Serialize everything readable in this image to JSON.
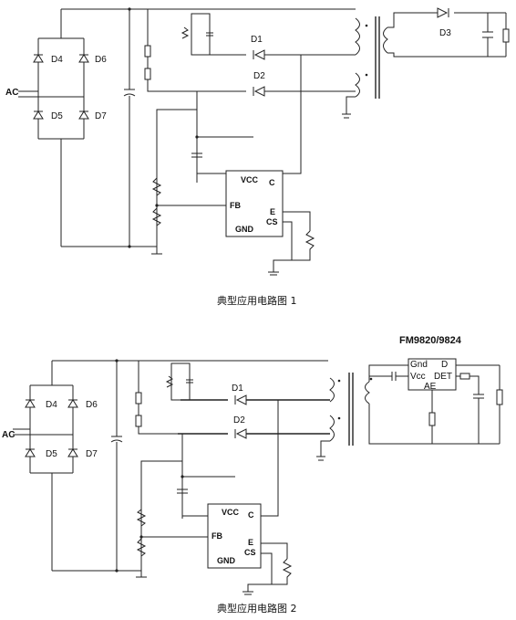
{
  "diagram1": {
    "caption": "典型应用电路图 1",
    "ac_label": "AC",
    "diodes": {
      "d4": "D4",
      "d6": "D6",
      "d5": "D5",
      "d7": "D7",
      "d1": "D1",
      "d2": "D2",
      "d3": "D3"
    },
    "ic_pins": {
      "vcc": "VCC",
      "c": "C",
      "fb": "FB",
      "e": "E",
      "cs": "CS",
      "gnd": "GND"
    }
  },
  "diagram2": {
    "caption": "典型应用电路图 2",
    "ac_label": "AC",
    "diodes": {
      "d4": "D4",
      "d6": "D6",
      "d5": "D5",
      "d7": "D7",
      "d1": "D1",
      "d2": "D2"
    },
    "ic_pins": {
      "vcc": "VCC",
      "c": "C",
      "fb": "FB",
      "e": "E",
      "cs": "CS",
      "gnd": "GND"
    },
    "controller": {
      "title": "FM9820/9824",
      "pins": {
        "gnd": "Gnd",
        "d": "D",
        "vcc": "Vcc",
        "det": "DET",
        "ae": "AE"
      }
    }
  }
}
